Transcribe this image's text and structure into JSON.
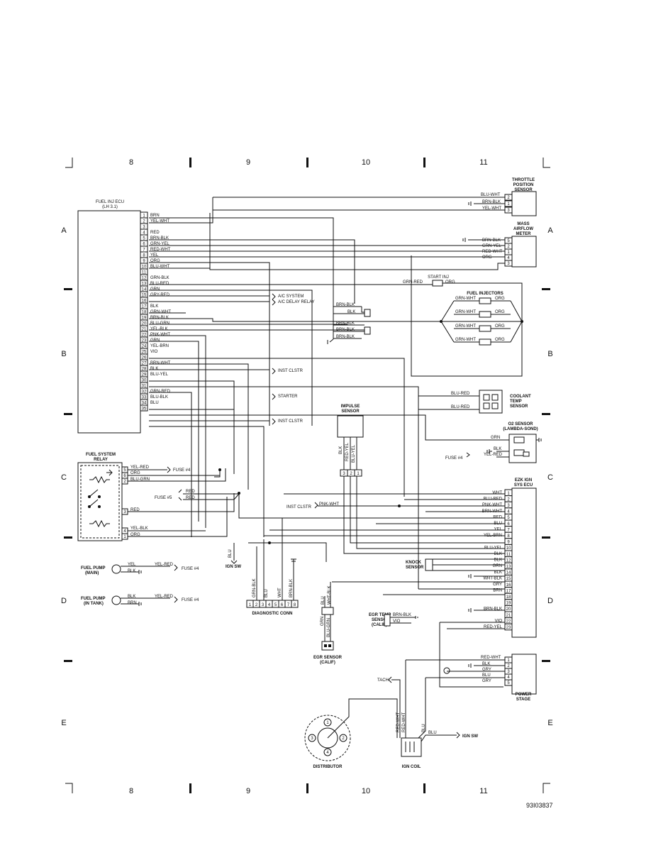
{
  "grid": {
    "columns": [
      "8",
      "9",
      "10",
      "11"
    ],
    "rows": [
      "A",
      "B",
      "C",
      "D",
      "E"
    ]
  },
  "figure_id": "93I03837",
  "ecu": {
    "title": "FUEL INJ ECU",
    "subtitle": "(LH 3.1)",
    "pins": [
      {
        "n": "1",
        "w": "BRN"
      },
      {
        "n": "2",
        "w": "YEL-WHT"
      },
      {
        "n": "3",
        "w": ""
      },
      {
        "n": "4",
        "w": "RED"
      },
      {
        "n": "5",
        "w": "BRN-BLK"
      },
      {
        "n": "6",
        "w": "GRN-YEL"
      },
      {
        "n": "7",
        "w": "RED-WHT"
      },
      {
        "n": "8",
        "w": "YEL"
      },
      {
        "n": "9",
        "w": "ORG"
      },
      {
        "n": "10",
        "w": "BLU-WHT"
      },
      {
        "n": "11",
        "w": ""
      },
      {
        "n": "12",
        "w": "GRN-BLK"
      },
      {
        "n": "13",
        "w": "BLU-RED"
      },
      {
        "n": "14",
        "w": "GRN"
      },
      {
        "n": "15",
        "w": "GRY-RED"
      },
      {
        "n": "16",
        "w": ""
      },
      {
        "n": "17",
        "w": "BLK"
      },
      {
        "n": "18",
        "w": "GRN-WHT"
      },
      {
        "n": "19",
        "w": "BRN-BLK"
      },
      {
        "n": "20",
        "w": "BLU-GRN"
      },
      {
        "n": "21",
        "w": "YEL-BLK"
      },
      {
        "n": "22",
        "w": "PNK-WHT"
      },
      {
        "n": "23",
        "w": "GRN"
      },
      {
        "n": "24",
        "w": "YEL-BRN"
      },
      {
        "n": "25",
        "w": "VIO"
      },
      {
        "n": "26",
        "w": ""
      },
      {
        "n": "27",
        "w": "BRN-WHT"
      },
      {
        "n": "28",
        "w": "BLK"
      },
      {
        "n": "29",
        "w": "BLU-YEL"
      },
      {
        "n": "30",
        "w": ""
      },
      {
        "n": "31",
        "w": ""
      },
      {
        "n": "32",
        "w": "GRN-RED"
      },
      {
        "n": "33",
        "w": "BLU-BLK"
      },
      {
        "n": "34",
        "w": "BLU"
      },
      {
        "n": "35",
        "w": ""
      }
    ]
  },
  "ecu_outputs": {
    "ac_system": "A/C SYSTEM",
    "ac_delay_relay": "A/C DELAY RELAY",
    "inst_clstr_1": "INST CLSTR",
    "starter": "STARTER",
    "inst_clstr_2": "INST CLSTR"
  },
  "tps": {
    "title": "THROTTLE POSITION SENSOR",
    "pins": [
      {
        "n": "2",
        "w": "BLU-WHT"
      },
      {
        "n": "1",
        "w": "BRN-BLK"
      },
      {
        "n": "3",
        "w": "YEL-WHT"
      }
    ]
  },
  "maf": {
    "title": "MASS AIRFLOW METER",
    "pins": [
      {
        "n": "5",
        "w": "BRN-BLK"
      },
      {
        "n": "2",
        "w": "GRN-YEL"
      },
      {
        "n": "1",
        "w": "RED-WHT"
      },
      {
        "n": "4",
        "w": "ORG"
      },
      {
        "n": "3",
        "w": ""
      }
    ]
  },
  "start_inj": {
    "title": "START INJ",
    "left": "GRN-RED",
    "right": "ORG"
  },
  "injectors": {
    "title": "FUEL INJECTORS",
    "rows": [
      {
        "l": "GRN-WHT",
        "r": "ORG"
      },
      {
        "l": "GRN-WHT",
        "r": "ORG"
      },
      {
        "l": "GRN-WHT",
        "r": "ORG"
      },
      {
        "l": "GRN-WHT",
        "r": "ORG"
      }
    ]
  },
  "mid_connectors": [
    {
      "a": "BRN-BLK",
      "b": "BLK"
    },
    {
      "a": "BRN-BLK",
      "b": "BRN-BLK"
    },
    {
      "a": "BRN-BLK",
      "b": ""
    }
  ],
  "coolant": {
    "title": "COOLANT TEMP SENSOR",
    "w1": "BLU-RED",
    "w2": "BLU-RED"
  },
  "o2": {
    "title": "O2 SENSOR",
    "subtitle": "(LAMBDA-SOND)",
    "w1": "GRN",
    "w2": "BLK",
    "w3": "YEL-RED",
    "fuse": "FUSE #4"
  },
  "impulse": {
    "title": "IMPULSE SENSOR",
    "wires": [
      "BLK",
      "RED-YEL",
      "BLU-YEL"
    ],
    "pins": [
      "3",
      "2",
      "1"
    ]
  },
  "fuel_relay": {
    "title": "FUEL SYSTEM RELAY",
    "pins": [
      {
        "n": "5",
        "w": "YEL-RED"
      },
      {
        "n": "6",
        "w": "ORG"
      },
      {
        "n": "2",
        "w": "BLU-GRN"
      },
      {
        "n": "3",
        "w": "RED"
      },
      {
        "n": "4",
        "w": "YEL-BLK"
      },
      {
        "n": "1",
        "w": "ORG"
      }
    ],
    "fuse4": "FUSE #4",
    "fuse5": "FUSE #5",
    "red1": "RED",
    "red2": "RED"
  },
  "ezk": {
    "title": "EZK IGN SYS ECU",
    "pins": [
      {
        "n": "1",
        "w": "WHT"
      },
      {
        "n": "2",
        "w": "BLU-RED"
      },
      {
        "n": "3",
        "w": "PNK-WHT"
      },
      {
        "n": "4",
        "w": "BRN-WHT"
      },
      {
        "n": "5",
        "w": "RED"
      },
      {
        "n": "6",
        "w": "BLU"
      },
      {
        "n": "7",
        "w": "YEL"
      },
      {
        "n": "8",
        "w": "YEL-BRN"
      },
      {
        "n": "9",
        "w": ""
      },
      {
        "n": "10",
        "w": "BLU-YEL"
      },
      {
        "n": "11",
        "w": "BLK"
      },
      {
        "n": "12",
        "w": "BLK"
      },
      {
        "n": "13",
        "w": "GRN"
      },
      {
        "n": "14",
        "w": "BLK"
      },
      {
        "n": "15",
        "w": "WHT-BLK"
      },
      {
        "n": "16",
        "w": "GRY"
      },
      {
        "n": "17",
        "w": "BRN"
      },
      {
        "n": "18",
        "w": ""
      },
      {
        "n": "19",
        "w": ""
      },
      {
        "n": "20",
        "w": "BRN-BLK"
      },
      {
        "n": "21",
        "w": ""
      },
      {
        "n": "22",
        "w": "VIO"
      },
      {
        "n": "23",
        "w": "RED-YEL"
      }
    ],
    "inst_clstr": "INST CLSTR",
    "inst_wire": "PNK-WHT"
  },
  "knock": {
    "title": "KNOCK SENSOR"
  },
  "egr_temp": {
    "title": "EGR TEMP SENSOR (CALIF)",
    "w1": "BRN-BLK",
    "w2": "VIO"
  },
  "power_stage": {
    "title": "POWER STAGE",
    "pins": [
      {
        "n": "1",
        "w": "RED-WHT"
      },
      {
        "n": "2",
        "w": "BLK"
      },
      {
        "n": "3",
        "w": "GRY"
      },
      {
        "n": "4",
        "w": "BLU"
      },
      {
        "n": "5",
        "w": "GRY"
      }
    ]
  },
  "ign_sw_1": {
    "wire": "BLU",
    "label": "IGN SW"
  },
  "ign_sw_2": {
    "wire": "BLU",
    "label": "IGN SW"
  },
  "fuel_pump_main": {
    "title": "FUEL PUMP",
    "sub": "(MAIN)",
    "w1": "YEL",
    "w2": "BLK",
    "w3": "YEL-RED",
    "fuse": "FUSE #4"
  },
  "fuel_pump_tank": {
    "title": "FUEL PUMP",
    "sub": "(IN TANK)",
    "w1": "BLK",
    "w2": "BRN",
    "w3": "YEL-RED",
    "fuse": "FUSE #4"
  },
  "diag": {
    "title": "DIAGNOSTIC CONN",
    "wires": [
      "GRN-BLK",
      "BLU",
      "WHT",
      "BRN-BLK"
    ],
    "pins": [
      "1",
      "2",
      "3",
      "4",
      "5",
      "6",
      "7",
      "8"
    ]
  },
  "egr_sensor": {
    "title": "EGR SENSOR",
    "sub": "(CALIF)",
    "wires": [
      "GRN",
      "BLU-GRN",
      "BLU",
      "WHT-BLK"
    ]
  },
  "tach": "TACH",
  "distributor": {
    "title": "DISTRIBUTOR",
    "pins": [
      "1",
      "2",
      "3",
      "4"
    ]
  },
  "ign_coil": {
    "title": "IGN COIL",
    "wires": [
      "RED-WHT",
      "RED-WHT",
      "BLU"
    ]
  }
}
